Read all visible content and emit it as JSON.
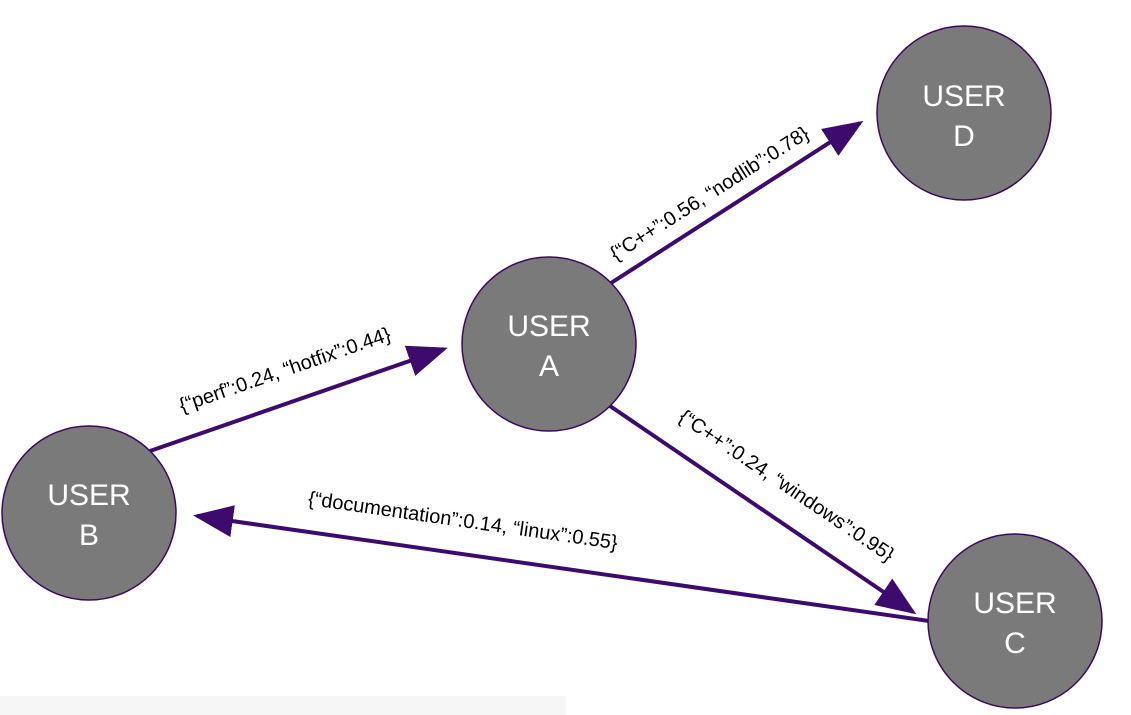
{
  "colors": {
    "node_fill": "#7a7a7a",
    "node_stroke": "#3b0a5a",
    "edge": "#3d0a6e",
    "node_text": "#ffffff",
    "edge_text": "#000000"
  },
  "nodes": [
    {
      "id": "A",
      "line1": "USER",
      "line2": "A"
    },
    {
      "id": "B",
      "line1": "USER",
      "line2": "B"
    },
    {
      "id": "C",
      "line1": "USER",
      "line2": "C"
    },
    {
      "id": "D",
      "line1": "USER",
      "line2": "D"
    }
  ],
  "edges": [
    {
      "from": "B",
      "to": "A",
      "label": "{“perf”:0.24, “hotfix”:0.44}"
    },
    {
      "from": "A",
      "to": "D",
      "label": "{“C++”:0.56, “nodlib”:0.78}"
    },
    {
      "from": "A",
      "to": "C",
      "label": "{“C++”:0.24, “windows”:0.95}"
    },
    {
      "from": "C",
      "to": "B",
      "label": "{“documentation”:0.14, “linux”:0.55}"
    }
  ]
}
